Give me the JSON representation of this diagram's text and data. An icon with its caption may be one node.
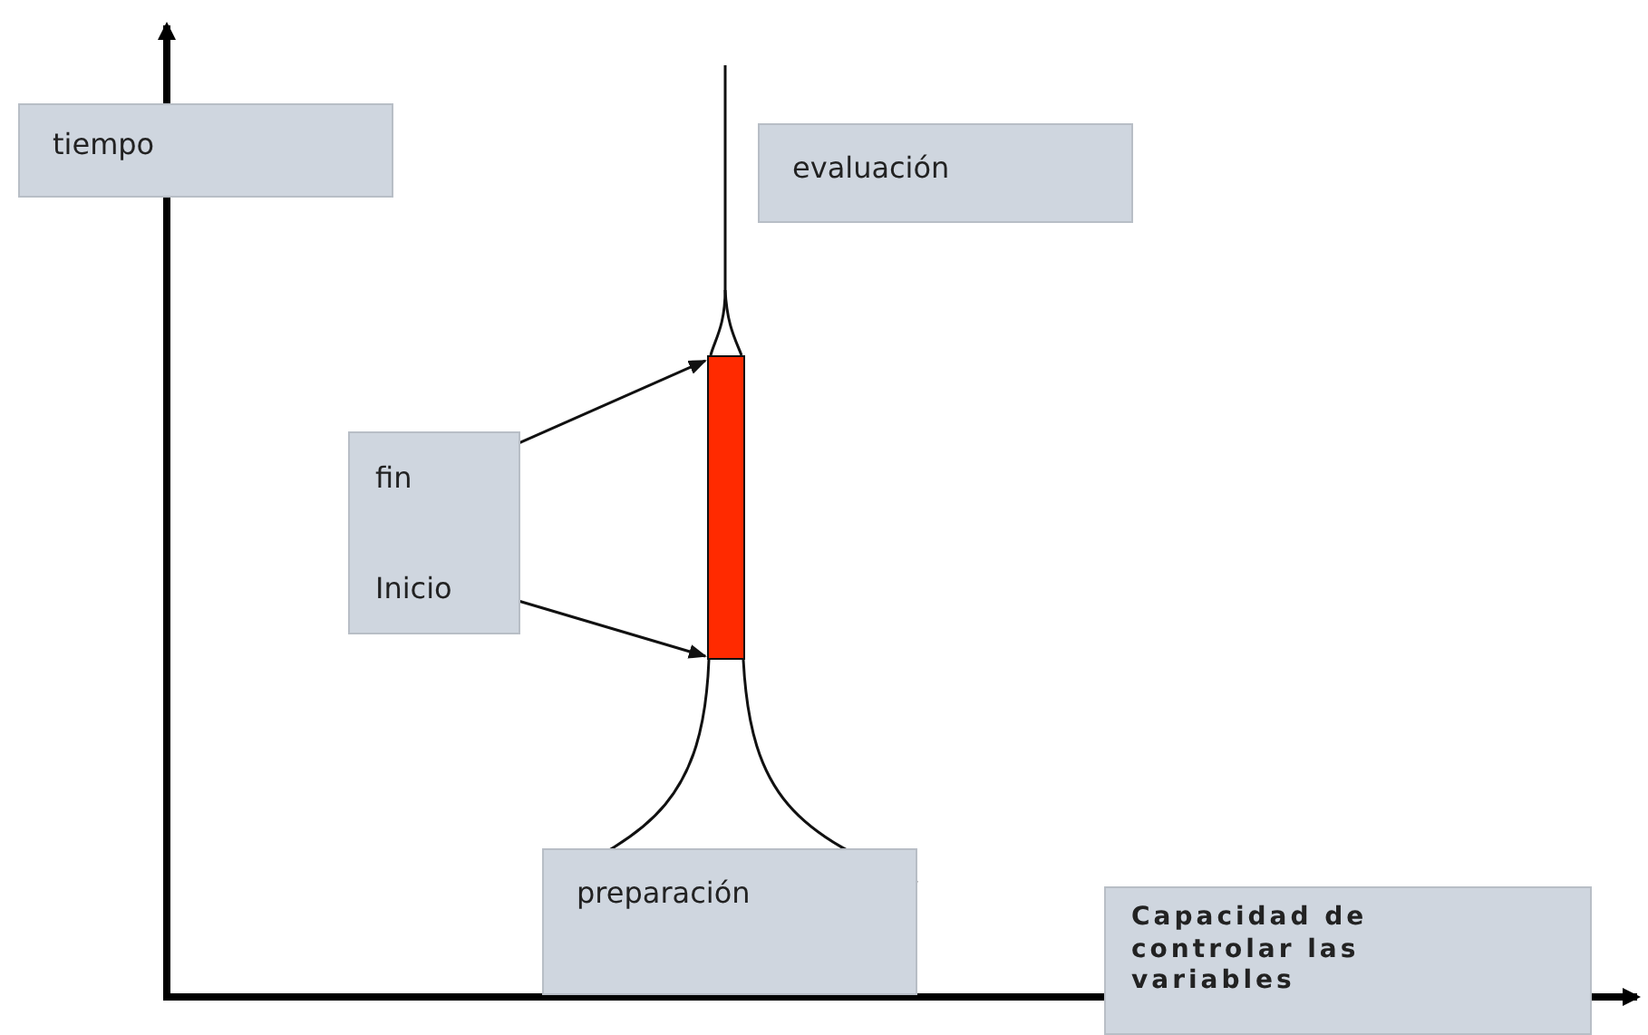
{
  "diagram": {
    "nodes": [
      {
        "text": [
          "tiempo"
        ]
      },
      {
        "text": [
          "evaluación"
        ]
      },
      {
        "text": [],
        "shape": "box"
      },
      {
        "text": [
          "fin"
        ],
        "in": 2
      },
      {
        "text": [
          "Inicio"
        ],
        "in": 2
      },
      {
        "text": [],
        "shape": "bar"
      },
      {
        "text": [
          "preparación"
        ]
      },
      {
        "text": [
          "Capacidad de controlar las variables"
        ]
      }
    ],
    "edges": [
      {
        "from": 3,
        "to": 5,
        "arrow": "to"
      },
      {
        "from": 4,
        "to": 5,
        "arrow": "to"
      }
    ]
  }
}
